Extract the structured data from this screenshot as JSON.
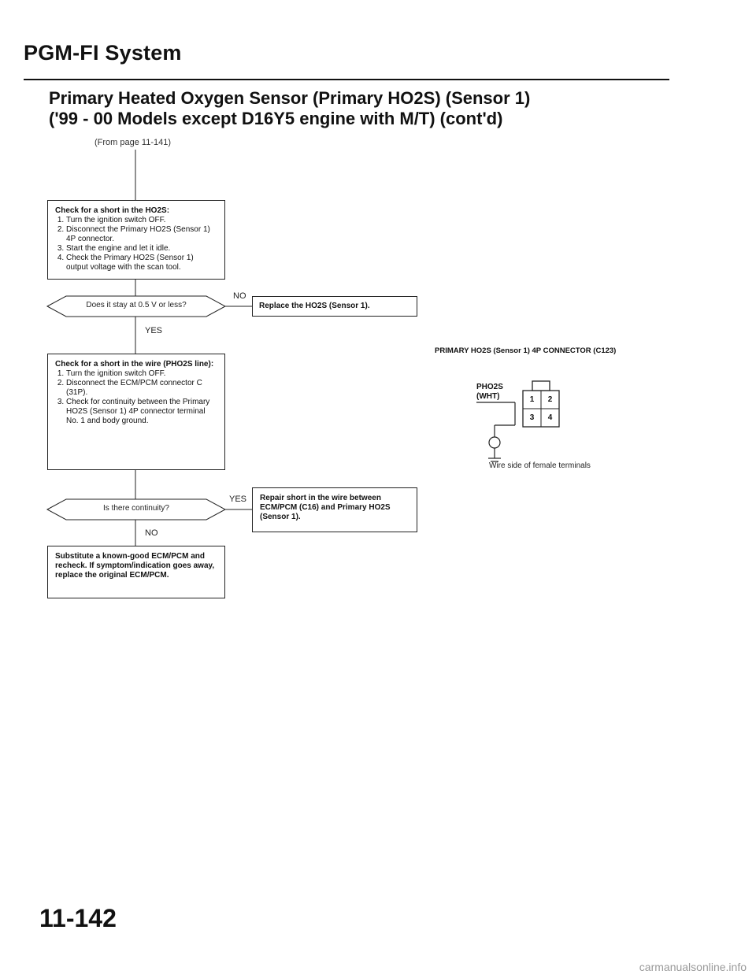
{
  "header": {
    "section_title": "PGM-FI System",
    "title_line1": "Primary Heated Oxygen Sensor (Primary HO2S) (Sensor 1)",
    "title_line2": "('99 - 00 Models except D16Y5 engine with M/T) (cont'd)"
  },
  "flow": {
    "from_page": "(From page 11-141)",
    "step1": {
      "heading": "Check for a short in the HO2S:",
      "items": [
        "Turn the ignition switch OFF.",
        "Disconnect the Primary HO2S (Sensor 1) 4P connector.",
        "Start the engine and let it idle.",
        "Check the Primary HO2S (Sensor 1) output voltage with the scan tool."
      ]
    },
    "decision1": "Does it stay at 0.5 V or less?",
    "decision1_no_label": "NO",
    "decision1_no_action": "Replace the HO2S (Sensor 1).",
    "decision1_yes_label": "YES",
    "step2": {
      "heading": "Check for a short in the wire (PHO2S line):",
      "items": [
        "Turn the ignition switch OFF.",
        "Disconnect the ECM/PCM connector C (31P).",
        "Check for continuity between the Primary HO2S (Sensor 1) 4P connector terminal No. 1 and body ground."
      ]
    },
    "decision2": "Is there continuity?",
    "decision2_yes_label": "YES",
    "decision2_yes_action": "Repair short in the wire between ECM/PCM (C16) and Primary HO2S (Sensor 1).",
    "decision2_no_label": "NO",
    "final": "Substitute a known-good ECM/PCM and recheck. If symptom/indication goes away, replace the original ECM/PCM."
  },
  "connector": {
    "title": "PRIMARY HO2S (Sensor 1) 4P CONNECTOR (C123)",
    "pin_label": "PHO2S",
    "wire_color": "(WHT)",
    "terminals": [
      "1",
      "2",
      "3",
      "4"
    ],
    "note": "Wire side of female terminals"
  },
  "footer": {
    "page_number": "11-142",
    "watermark": "carmanualsonline.info"
  }
}
